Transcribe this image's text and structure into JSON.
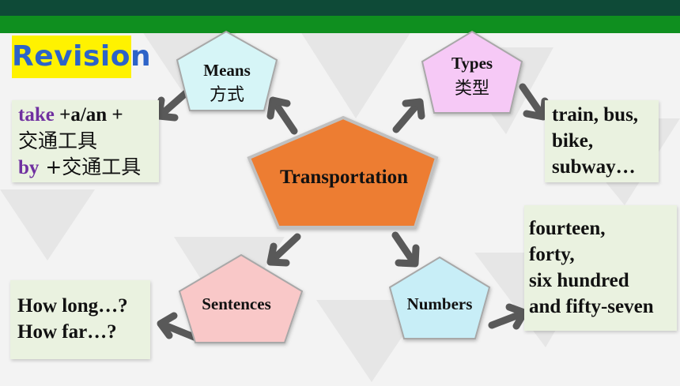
{
  "title": "Revision",
  "center": {
    "label": "Transportation",
    "fill": "#ed7d31"
  },
  "nodes": {
    "means": {
      "label": "Means",
      "sublabel": "方式",
      "fill": "#d6f5f7"
    },
    "types": {
      "label": "Types",
      "sublabel": "类型",
      "fill": "#f6c9f6"
    },
    "sentences": {
      "label": "Sentences",
      "fill": "#f9c8c8"
    },
    "numbers": {
      "label": "Numbers",
      "fill": "#c8eef7"
    }
  },
  "notes": {
    "means": {
      "kw1": "take",
      "rest1": " +a/an +",
      "line2": "交通工具",
      "kw2": "by",
      "rest2": " +交通工具"
    },
    "types": {
      "lines": [
        "train, bus,",
        "bike,",
        "subway…"
      ]
    },
    "numbers": {
      "lines": [
        "fourteen,",
        "forty,",
        "six hundred",
        "and fifty-seven"
      ]
    },
    "sentences": {
      "lines": [
        "How long…?",
        "How far…?"
      ]
    }
  },
  "colors": {
    "header_dark": "#0e4a37",
    "header_green": "#0f8f1f",
    "title_bg": "#fff200",
    "title_text": "#2d63c8",
    "keyword": "#7030a0",
    "arrow": "#595959"
  }
}
